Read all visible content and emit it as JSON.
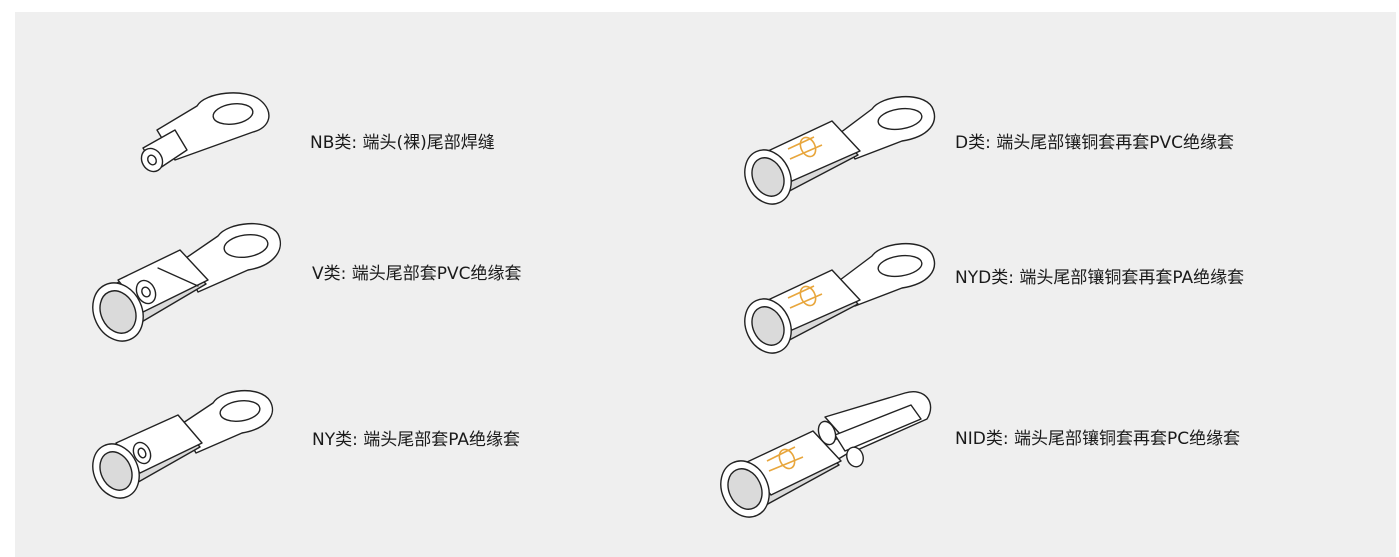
{
  "colors": {
    "panel_background": "#efefef",
    "line": "#222222",
    "copper_sleeve": "#e8a63c"
  },
  "terminals": [
    {
      "name": "nb-terminal-icon",
      "label": "NB类: 端头(裸)尾部焊缝"
    },
    {
      "name": "v-terminal-icon",
      "label": "V类: 端头尾部套PVC绝缘套"
    },
    {
      "name": "ny-terminal-icon",
      "label": "NY类: 端头尾部套PA绝缘套"
    },
    {
      "name": "d-terminal-icon",
      "label": "D类: 端头尾部镶铜套再套PVC绝缘套"
    },
    {
      "name": "nyd-terminal-icon",
      "label": "NYD类: 端头尾部镶铜套再套PA绝缘套"
    },
    {
      "name": "nid-terminal-icon",
      "label": "NID类: 端头尾部镶铜套再套PC绝缘套"
    }
  ]
}
